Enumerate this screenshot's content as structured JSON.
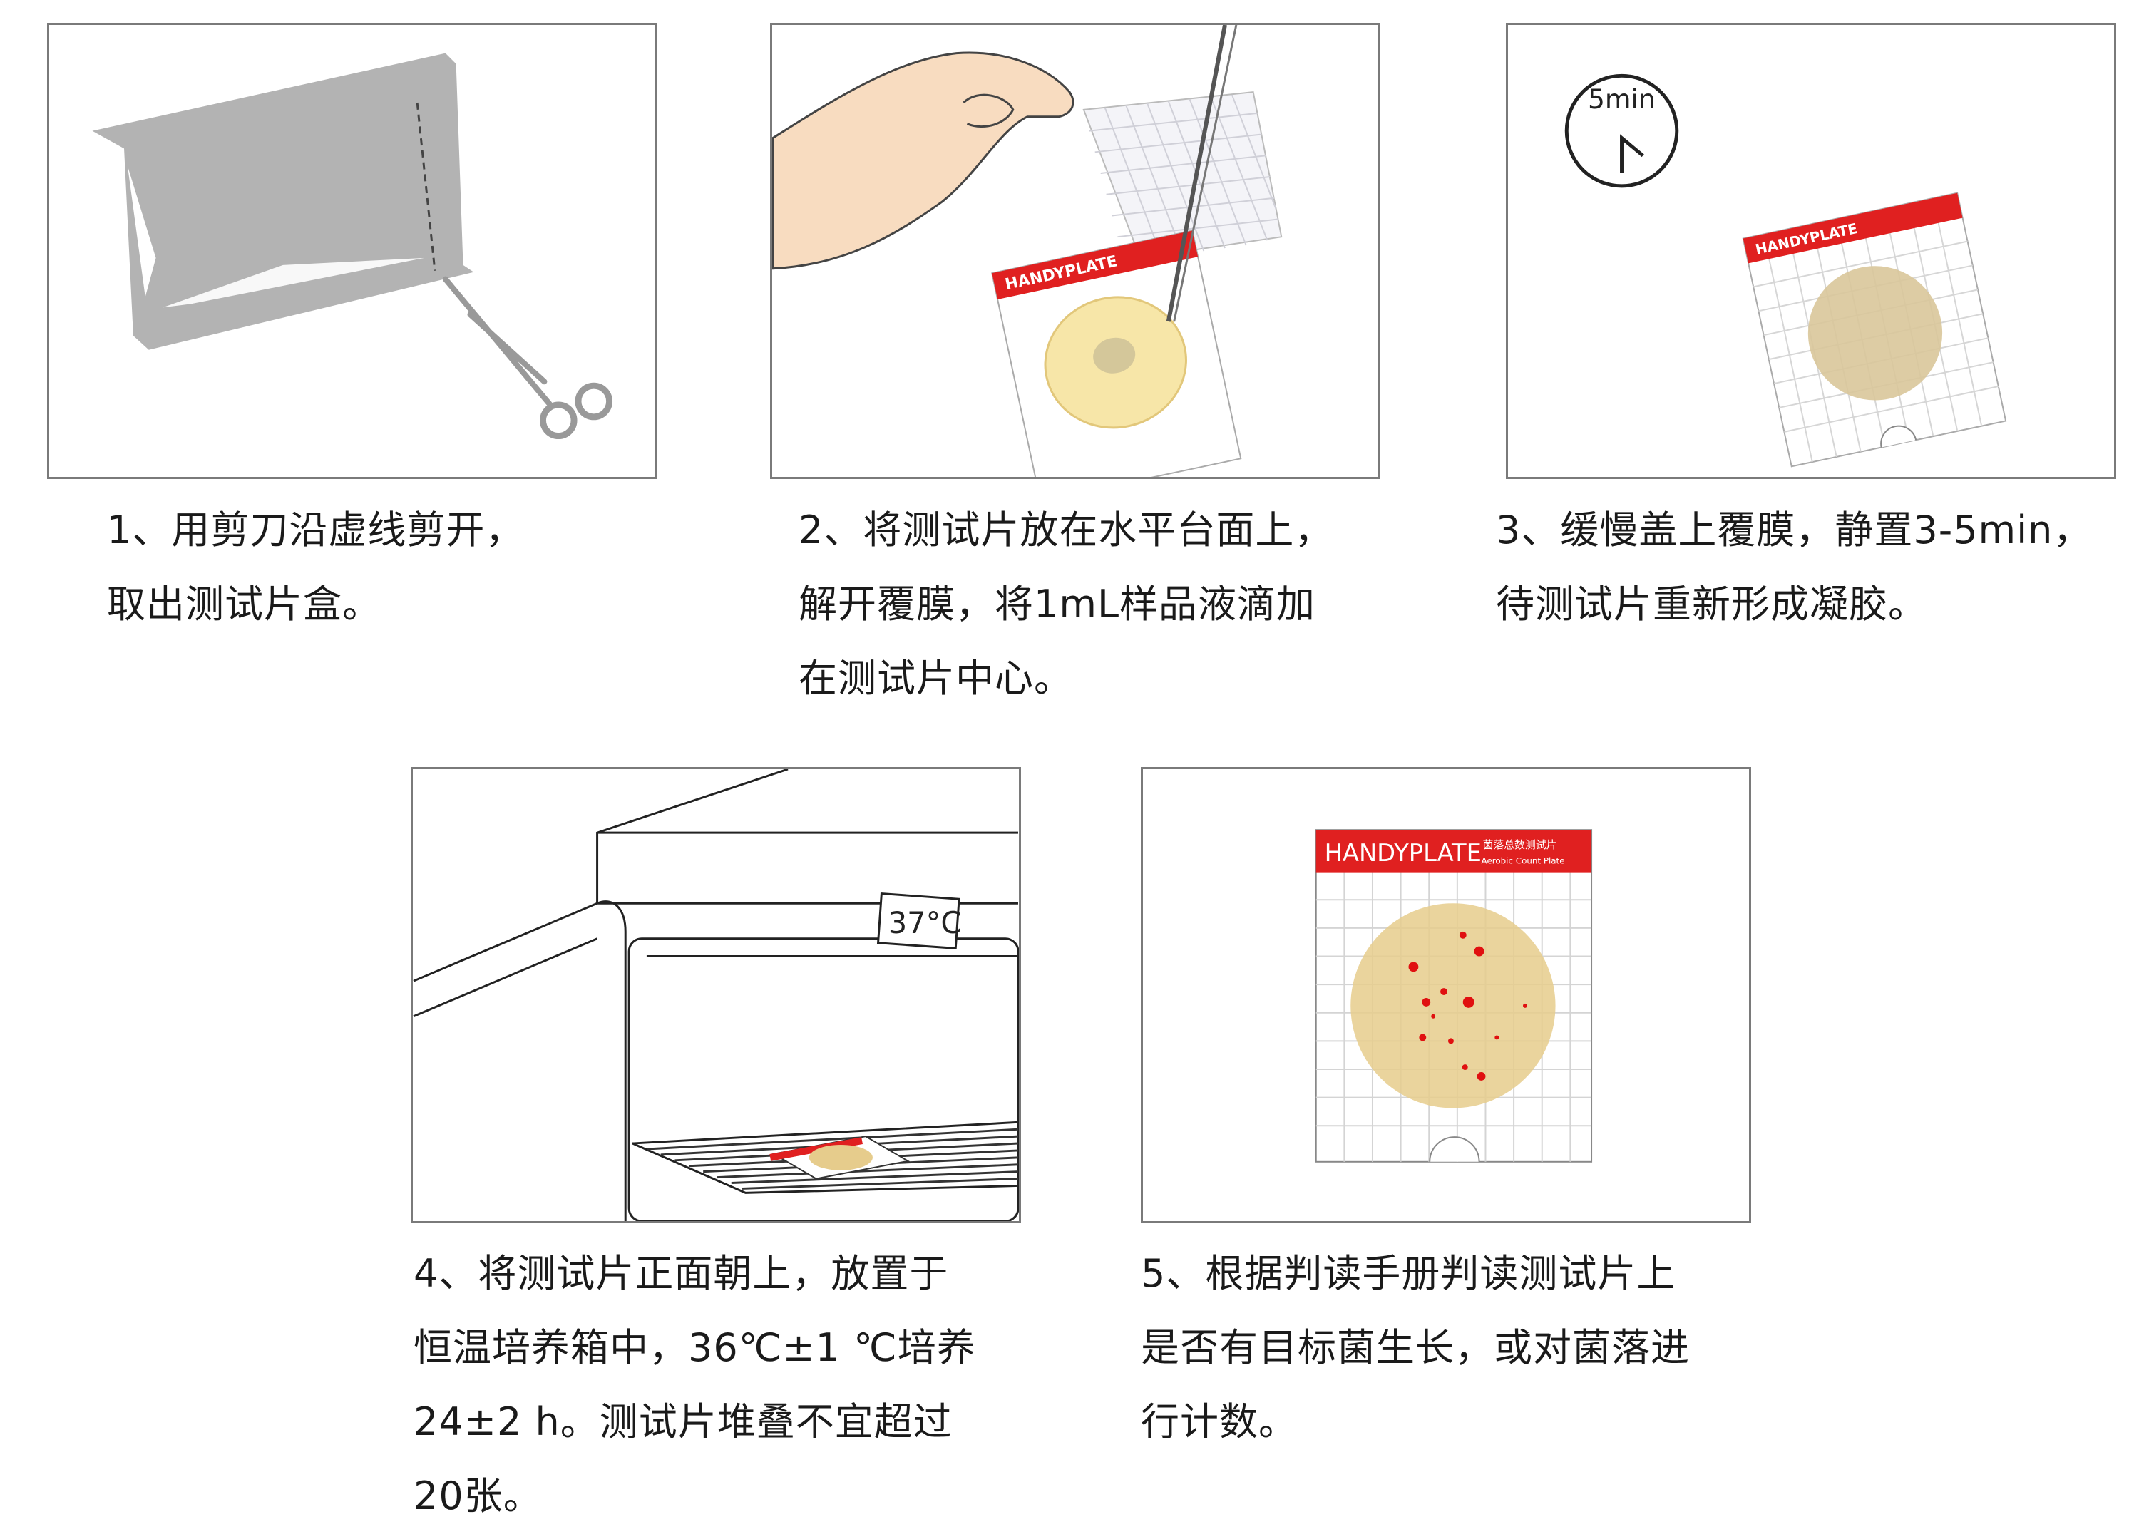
{
  "steps": [
    {
      "lines": [
        "1、用剪刀沿虚线剪开，",
        "取出测试片盒。"
      ]
    },
    {
      "lines": [
        "2、将测试片放在水平台面上，",
        "解开覆膜，将1mL样品液滴加",
        "在测试片中心。"
      ]
    },
    {
      "lines": [
        "3、缓慢盖上覆膜，静置3-5min，",
        "待测试片重新形成凝胶。"
      ]
    },
    {
      "lines": [
        "4、将测试片正面朝上，放置于",
        "恒温培养箱中，36℃±1 ℃培养",
        "24±2 h。测试片堆叠不宜超过",
        "20张。"
      ]
    },
    {
      "lines": [
        "5、根据判读手册判读测试片上",
        "是否有目标菌生长，或对菌落进",
        "行计数。"
      ]
    }
  ],
  "timer": {
    "label": "5min"
  },
  "incubator": {
    "temperature": "37°C"
  },
  "plate": {
    "brand": "HANDYPLATE",
    "product_cn": "菌落总数测试片",
    "product_en": "Aerobic Count Plate"
  },
  "colors": {
    "red_band": "#e02020",
    "agar": "#e6cc8c",
    "package": "#b3b3b3",
    "colony": "#e01010"
  }
}
